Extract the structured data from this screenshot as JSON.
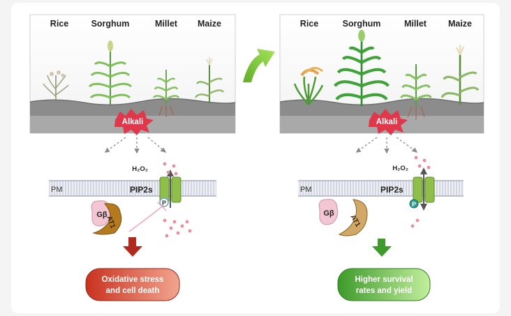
{
  "crops": [
    "Rice",
    "Sorghum",
    "Millet",
    "Maize"
  ],
  "stress_label": "Alkali",
  "membrane_label": "PM",
  "channel_label": "PIP2s",
  "h2o2_label": "H₂O₂",
  "gbeta_label": "Gβ",
  "at1_label": "AT1",
  "phospho_label": "P",
  "left_outcome": {
    "line1": "Oxidative stress",
    "line2": "and cell death"
  },
  "right_outcome": {
    "line1": "Higher survival",
    "line2": "rates and yield"
  },
  "colors": {
    "bad": "#b02a1e",
    "good": "#3e9a2a",
    "alkali": "#e0384a",
    "arrow": "#7fcf3a",
    "soil": "#9e9e9e",
    "gbeta": "#f3c6d4",
    "at1": "#b47a1e",
    "channel": "#8fbf4a"
  }
}
